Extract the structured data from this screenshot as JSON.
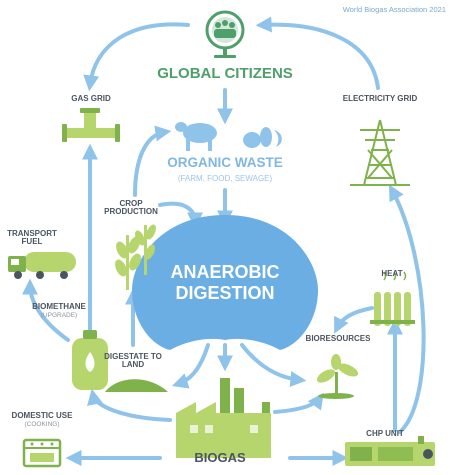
{
  "attribution": "World Biogas Association 2021",
  "center": {
    "line1": "ANAEROBIC",
    "line2": "DIGESTION"
  },
  "nodes": {
    "global_citizens": {
      "label": "GLOBAL CITIZENS",
      "icon": "people-globe-icon"
    },
    "organic_waste": {
      "label": "ORGANIC WASTE",
      "sublabel": "(FARM, FOOD, SEWAGE)",
      "icon": "cow-food-waste-icon"
    },
    "gas_grid": {
      "label": "GAS GRID",
      "icon": "gas-pipe-icon"
    },
    "electricity_grid": {
      "label": "ELECTRICITY GRID",
      "icon": "pylon-icon"
    },
    "crop_production": {
      "label": "CROP PRODUCTION",
      "icon": "crop-plant-icon"
    },
    "transport_fuel": {
      "label": "TRANSPORT FUEL",
      "icon": "tanker-truck-icon"
    },
    "heat": {
      "label": "HEAT",
      "icon": "radiator-icon"
    },
    "biomethane": {
      "label": "BIOMETHANE",
      "sublabel": "(UPGRADE)",
      "icon": "gas-cylinder-icon"
    },
    "bioresources": {
      "label": "BIORESOURCES",
      "icon": "seedling-icon"
    },
    "digestate": {
      "label": "DIGESTATE TO LAND",
      "icon": "soil-mound-icon"
    },
    "domestic_use": {
      "label": "DOMESTIC USE",
      "sublabel": "(COOKING)",
      "icon": "stove-icon"
    },
    "chp_unit": {
      "label": "CHP UNIT",
      "icon": "generator-icon"
    },
    "biogas": {
      "label": "BIOGAS",
      "icon": "biogas-plant-icon"
    }
  },
  "colors": {
    "arrow": "#8fc3ea",
    "center": "#6aaee4",
    "icon_green": "#b6d56c",
    "icon_dark_green": "#7fb24a",
    "title_green": "#4e9f6a",
    "organic_blue": "#7fb7e3"
  }
}
